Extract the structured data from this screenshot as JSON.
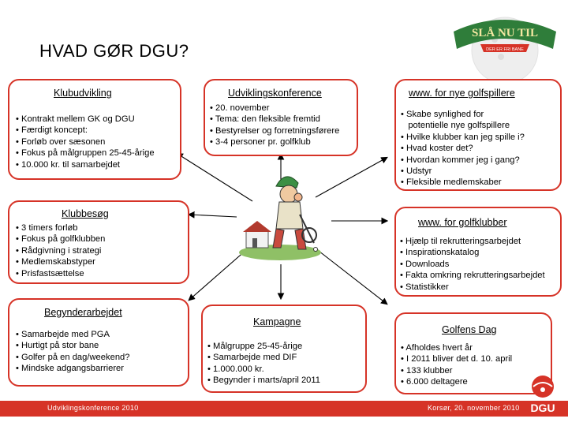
{
  "slide": {
    "title": "HVAD GØR DGU?"
  },
  "logo": {
    "line1": "SLÅ NU TIL",
    "line2": "DER ER FRI BANE"
  },
  "klubudvikling": {
    "heading": "Klubudvikling",
    "items": [
      "• Kontrakt mellem GK og DGU",
      "• Færdigt koncept:",
      "• Forløb over sæsonen",
      "• Fokus på målgruppen 25-45-årige",
      "• 10.000 kr. til samarbejdet"
    ]
  },
  "udviklingskonference": {
    "heading": "Udviklingskonference",
    "items": [
      "• 20. november",
      "• Tema: den fleksible fremtid",
      "• Bestyrelser og forretningsførere",
      "• 3-4 personer pr. golfklub"
    ]
  },
  "www_golfspillere": {
    "heading": "www. for nye golfspillere",
    "items": [
      "• Skabe synlighed for",
      "   potentielle nye golfspillere",
      "• Hvilke klubber kan jeg spille i?",
      "• Hvad koster det?",
      "• Hvordan kommer jeg i gang?",
      "• Udstyr",
      "• Fleksible medlemskaber"
    ]
  },
  "klubbesog": {
    "heading": "Klubbesøg",
    "items": [
      "• 3 timers forløb",
      "• Fokus på golfklubben",
      "• Rådgivning i strategi",
      "• Medlemskabstyper",
      "• Prisfastsættelse"
    ]
  },
  "www_golfklubber": {
    "heading": "www. for golfklubber",
    "items": [
      "• Hjælp til rekrutteringsarbejdet",
      "• Inspirationskatalog",
      "• Downloads",
      "• Fakta omkring rekrutteringsarbejdet",
      "• Statistikker"
    ]
  },
  "begynderarbejdet": {
    "heading": "Begynderarbejdet",
    "items": [
      "• Samarbejde med PGA",
      "• Hurtigt på stor bane",
      "• Golfer på en dag/weekend?",
      "• Mindske adgangsbarrierer"
    ]
  },
  "kampagne": {
    "heading": "Kampagne",
    "items": [
      "• Målgruppe 25-45-årige",
      "• Samarbejde med DIF",
      "• 1.000.000 kr.",
      "• Begynder i marts/april 2011"
    ]
  },
  "golfens_dag": {
    "heading": "Golfens Dag",
    "items": [
      "• Afholdes hvert år",
      "• I 2011 bliver det d. 10. april",
      "• 133 klubber",
      "• 6.000 deltagere"
    ]
  },
  "footer": {
    "left": "Udviklingskonference 2010",
    "right": "Korsør, 20. november 2010"
  },
  "brand": {
    "dgu": "DGU",
    "accent": "#d63327"
  }
}
